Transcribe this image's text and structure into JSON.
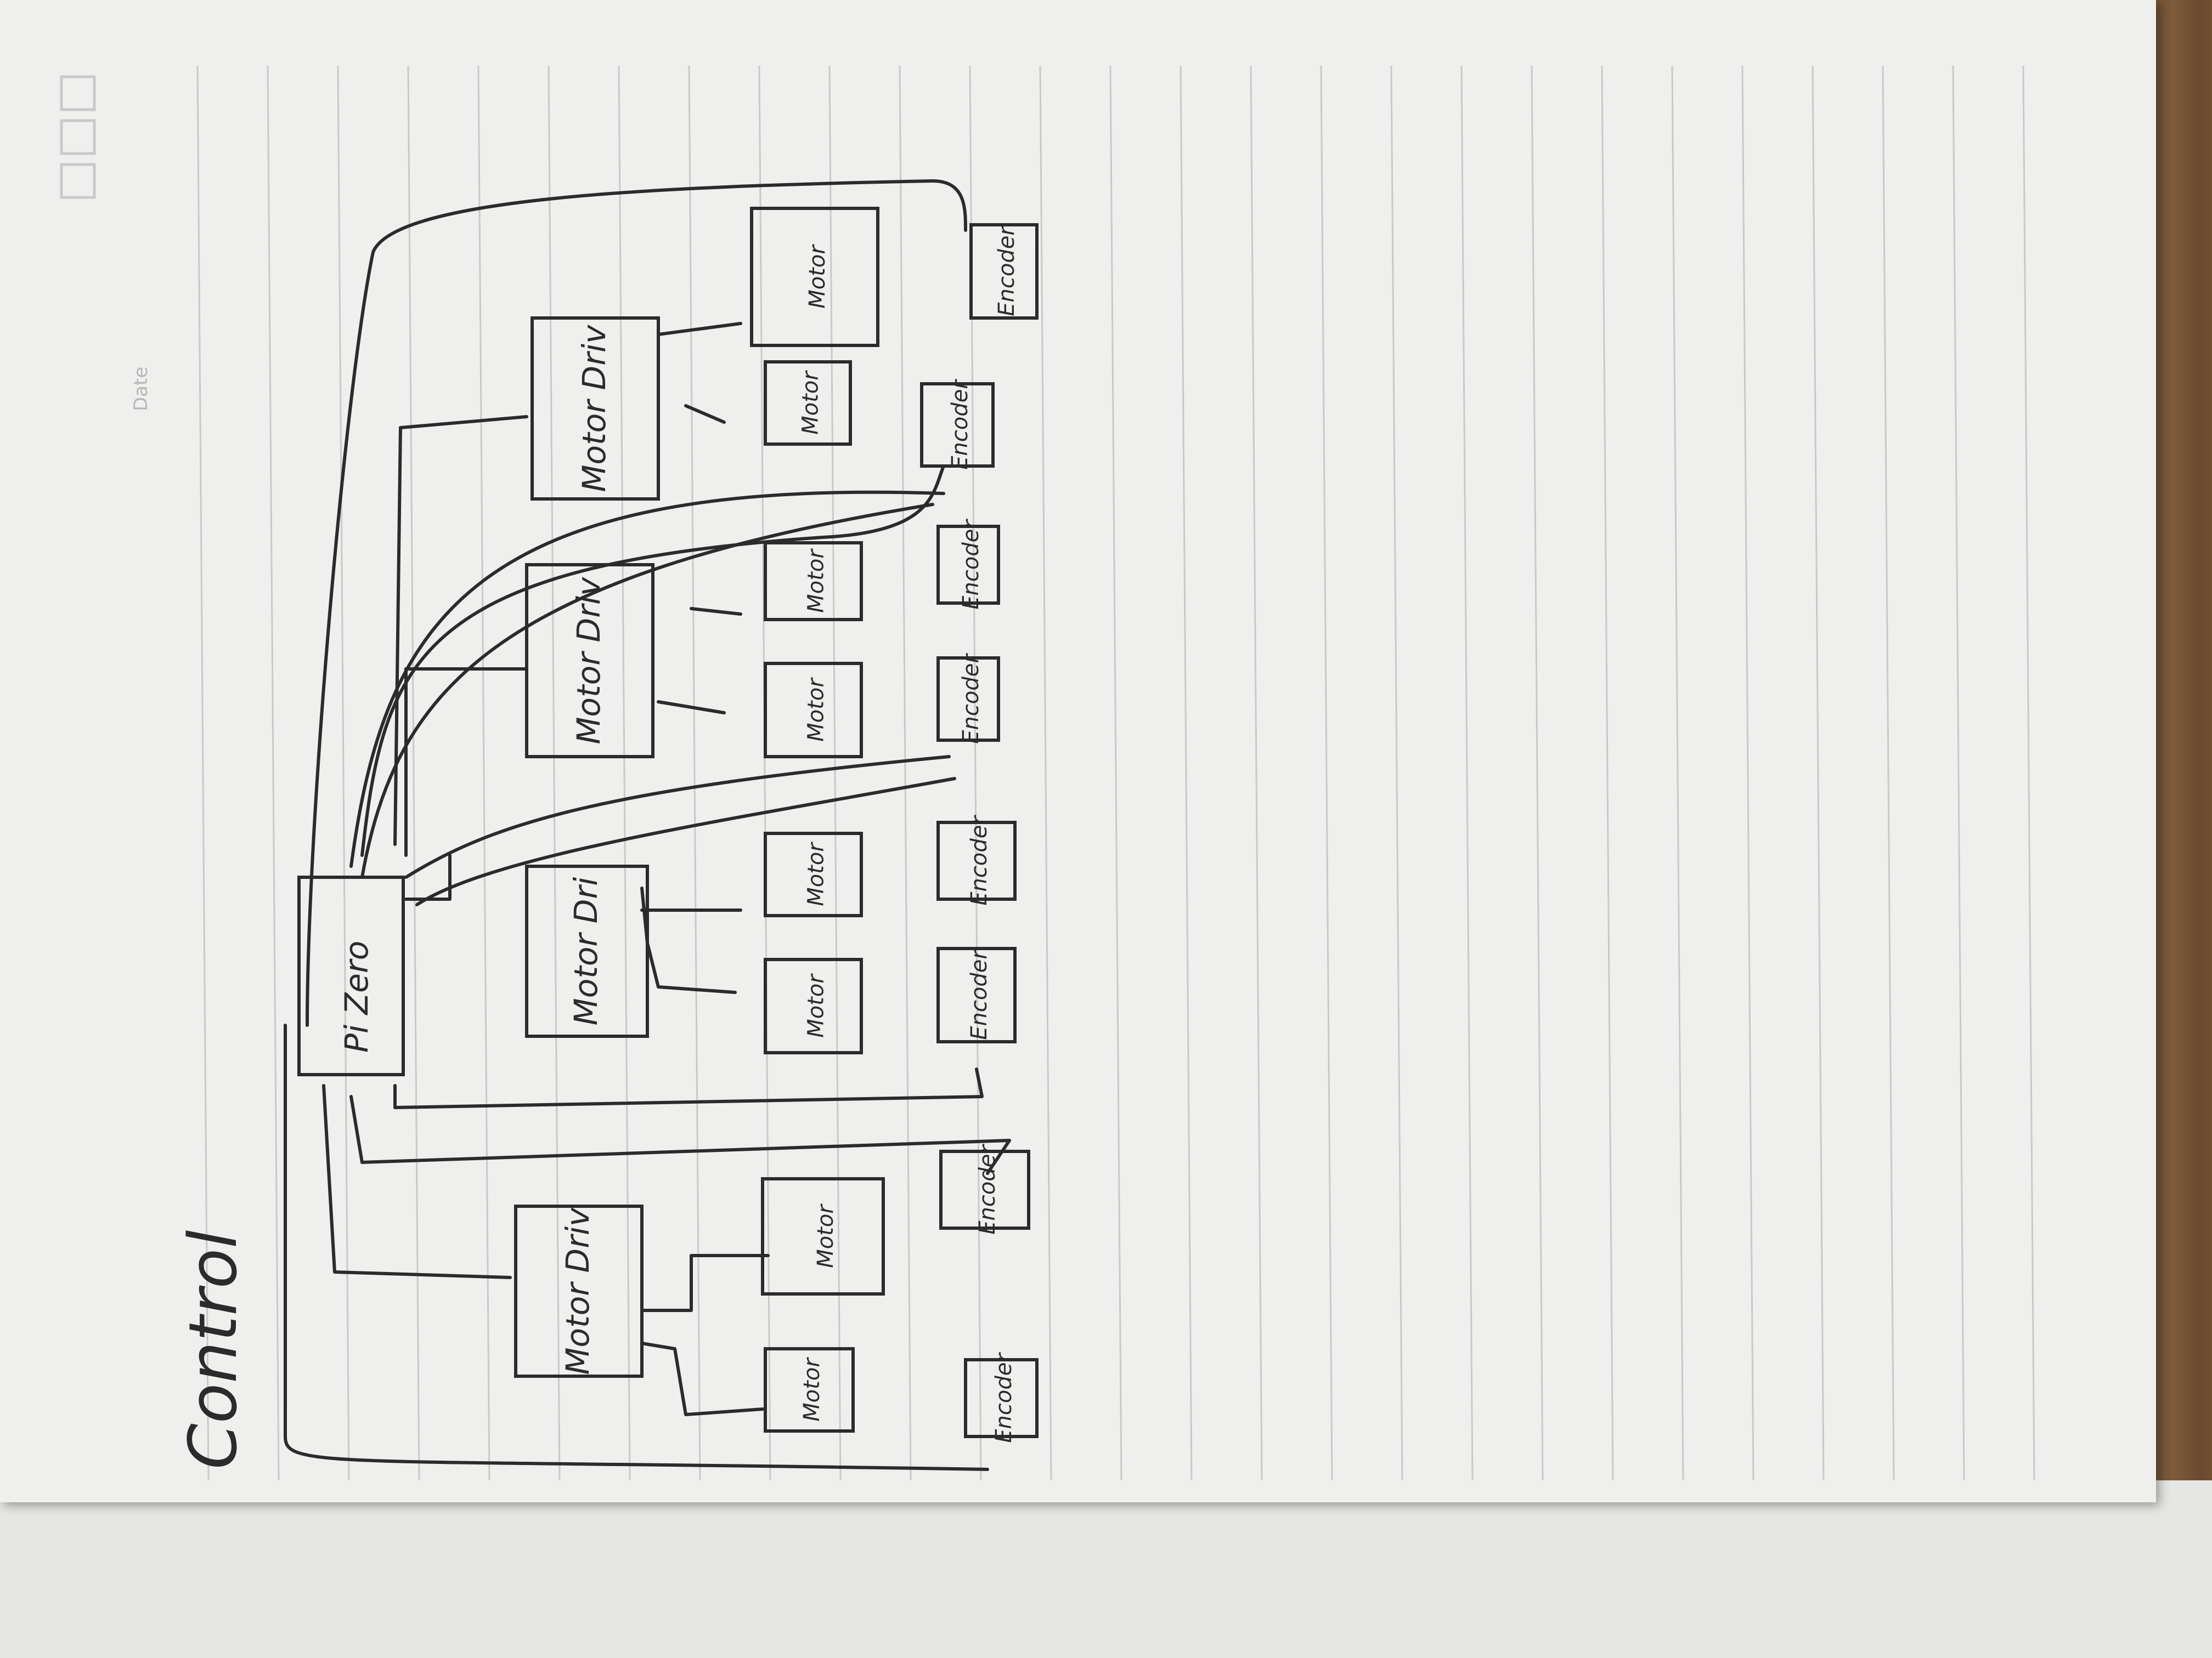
{
  "header": {
    "date_label": "Date",
    "title": "Control"
  },
  "colors": {
    "paper": "#efefed",
    "ruling": "#c9c9c9",
    "ink": "#2b2b2b",
    "wood": "#7a5a3a"
  },
  "diagram": {
    "controller": {
      "label": "Pi Zero"
    },
    "drivers": [
      {
        "label": "Motor Driv"
      },
      {
        "label": "Motor Dri"
      },
      {
        "label": "Motor Driv"
      },
      {
        "label": "Motor Driv"
      }
    ],
    "motors": [
      {
        "label": "Motor"
      },
      {
        "label": "Motor"
      },
      {
        "label": "Motor"
      },
      {
        "label": "Motor"
      },
      {
        "label": "Motor"
      },
      {
        "label": "Motor"
      },
      {
        "label": "Motor"
      },
      {
        "label": "Motor"
      }
    ],
    "encoders": [
      {
        "label": "Encoder"
      },
      {
        "label": "Encoder"
      },
      {
        "label": "Encoder"
      },
      {
        "label": "Encoder"
      },
      {
        "label": "Encoder"
      },
      {
        "label": "Encoder"
      },
      {
        "label": "Encoder"
      },
      {
        "label": "Encoder"
      }
    ]
  }
}
